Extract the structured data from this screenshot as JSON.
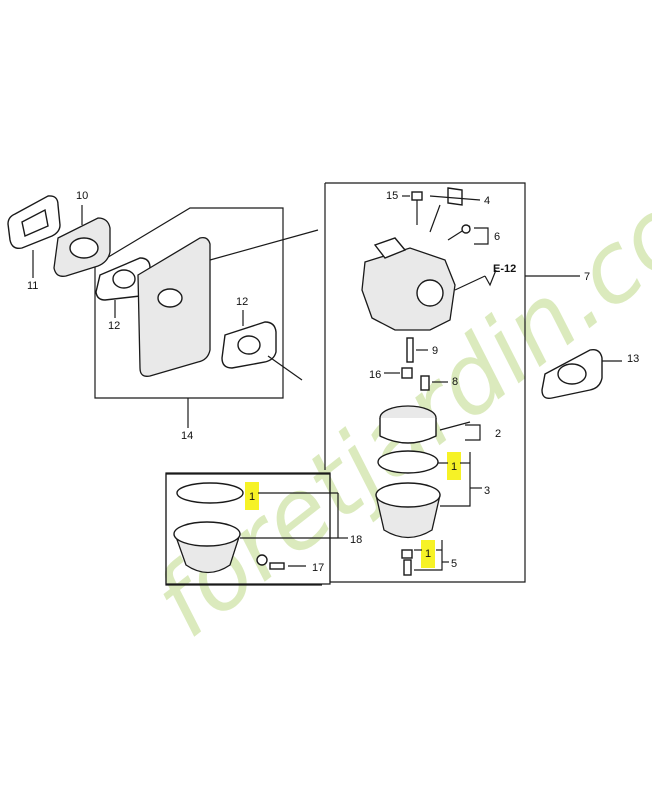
{
  "watermark": {
    "text": "foretjardin.com"
  },
  "labels": {
    "p1a": "1",
    "p1b": "1",
    "p1c": "1",
    "p2": "2",
    "p3": "3",
    "p4": "4",
    "p5": "5",
    "p6": "6",
    "p7": "7",
    "p8": "8",
    "p9": "9",
    "p10": "10",
    "p11": "11",
    "p12a": "12",
    "p12b": "12",
    "p13": "13",
    "p14": "14",
    "p15": "15",
    "p16": "16",
    "p17": "17",
    "p18": "18",
    "ref": "E-12"
  },
  "colors": {
    "highlight": "#f4f000",
    "watermark": "#cfe4a8",
    "line": "#1a1a1a"
  }
}
